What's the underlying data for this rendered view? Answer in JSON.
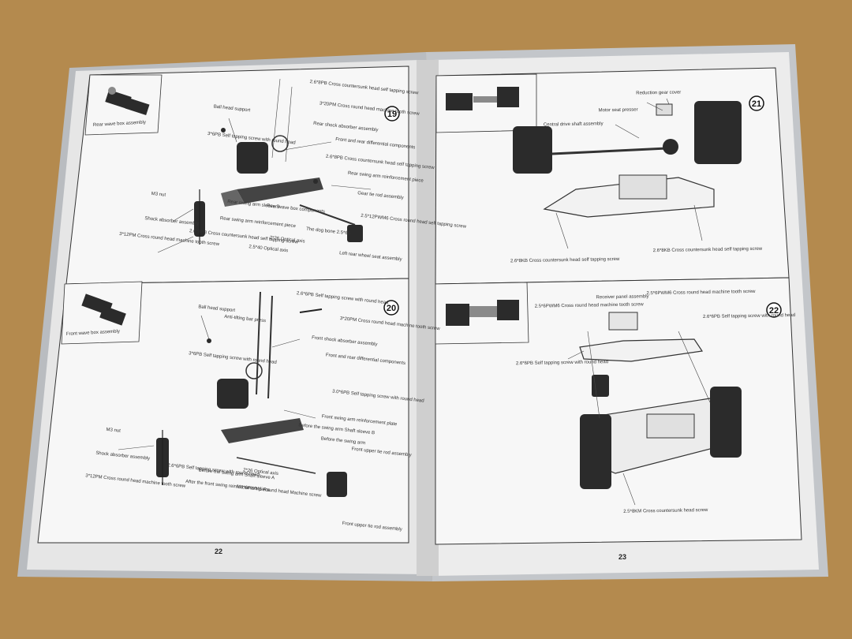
{
  "booklet": {
    "left_page": {
      "page_number": "22",
      "steps": [
        {
          "number": "19",
          "thumbnail_caption": "Rear wave box assembly",
          "labels": [
            "2.6*8PB Cross countersunk head self tapping screw",
            "3*20PM Cross round head machine tooth screw",
            "Ball head support",
            "Rear shock absorber assembly",
            "3*6PB Self tapping screw with round head",
            "Front and rear differential components",
            "2.6*8PB Cross countersunk head self tapping screw",
            "Rear swing arm reinforcement piece",
            "Gear tie rod assembly",
            "M3 nut",
            "Rear swing arm sleeve B",
            "Rear wave box components",
            "2.5*12PWM6 Cross round head self tapping screw",
            "Shock absorber assembly",
            "Rear swing arm reinforcement piece",
            "The dog bone 2.5*66",
            "3*12PM Cross round head machine tooth screw",
            "2.6*8PB Cross countersunk head self tapping screw",
            "2*26 Optical axis",
            "2.5*40 Optical axis",
            "Left rear wheel seat assembly"
          ]
        },
        {
          "number": "20",
          "thumbnail_caption": "Front wave box assembly",
          "labels": [
            "2.6*6PB Self tapping screw with round head",
            "Ball head support",
            "Anti-tilting bar press",
            "3*20PM Cross round head machine tooth screw",
            "Front shock absorber assembly",
            "Front and rear differential components",
            "3*6PB Self tapping screw with round head",
            "3.0*6PB Self tapping screw with round head",
            "Front swing arm reinforcement plate",
            "Before the swing arm Shaft sleeve B",
            "Before the swing arm",
            "Front upper tie rod assembly",
            "M3 nut",
            "Shock absorber assembly",
            "2.6*6PB Self tapping screw with round head",
            "After the front swing reinforcement piece",
            "Before the swing arm Shaft sleeve A",
            "2*26 Optical axis",
            "M3*6PWM6 Round head Machine screw",
            "3*12PM Cross round head machine tooth screw",
            "Front upper tie rod assembly"
          ]
        }
      ]
    },
    "right_page": {
      "page_number": "23",
      "steps": [
        {
          "number": "21",
          "labels": [
            "Reduction gear cover",
            "Motor seat presser",
            "Central drive shaft assembly",
            "2.6*8KB Cross countersunk head self tapping screw",
            "2.6*8KB Cross countersunk head self tapping screw"
          ]
        },
        {
          "number": "22",
          "labels": [
            "Receiver panel assembly",
            "2.5*6PWM6 Cross round head machine tooth screw",
            "2.5*6PWM6 Cross round head machine tooth screw",
            "2.6*6PB Self tapping screw with round head",
            "2.6*6PB Self tapping screw with round head",
            "2.5*8KM Cross countersunk head screw"
          ]
        }
      ]
    }
  },
  "colors": {
    "table": "#b48a4e",
    "paper": "#e9e9e9",
    "page_white": "#f7f7f7",
    "cover_edge": "#b9bcc0",
    "ink": "#1e1e1e"
  }
}
